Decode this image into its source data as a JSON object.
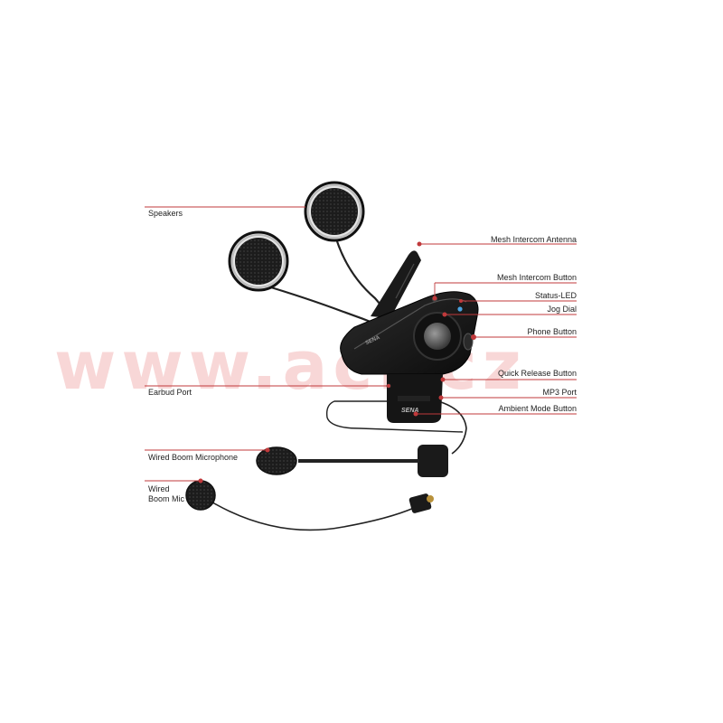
{
  "colors": {
    "leader": "#c0393b",
    "device": "#1a1a1a",
    "watermark": "#f0a8a8",
    "led": "#4aa3e0"
  },
  "watermark": "www.aci.cz",
  "device": {
    "brand_main": "SENA",
    "brand_clip": "SENA"
  },
  "labels": {
    "speakers": "Speakers",
    "mesh_intercom_antenna": "Mesh Intercom Antenna",
    "mesh_intercom_button": "Mesh Intercom Button",
    "status_led": "Status-LED",
    "jog_dial": "Jog Dial",
    "phone_button": "Phone Button",
    "quick_release_button": "Quick Release Button",
    "earbud_port": "Earbud Port",
    "mp3_port": "MP3 Port",
    "ambient_mode_button": "Ambient Mode Button",
    "wired_boom_microphone": "Wired Boom Microphone",
    "wired_boom_mic_line1": "Wired",
    "wired_boom_mic_line2": "Boom Mic"
  }
}
